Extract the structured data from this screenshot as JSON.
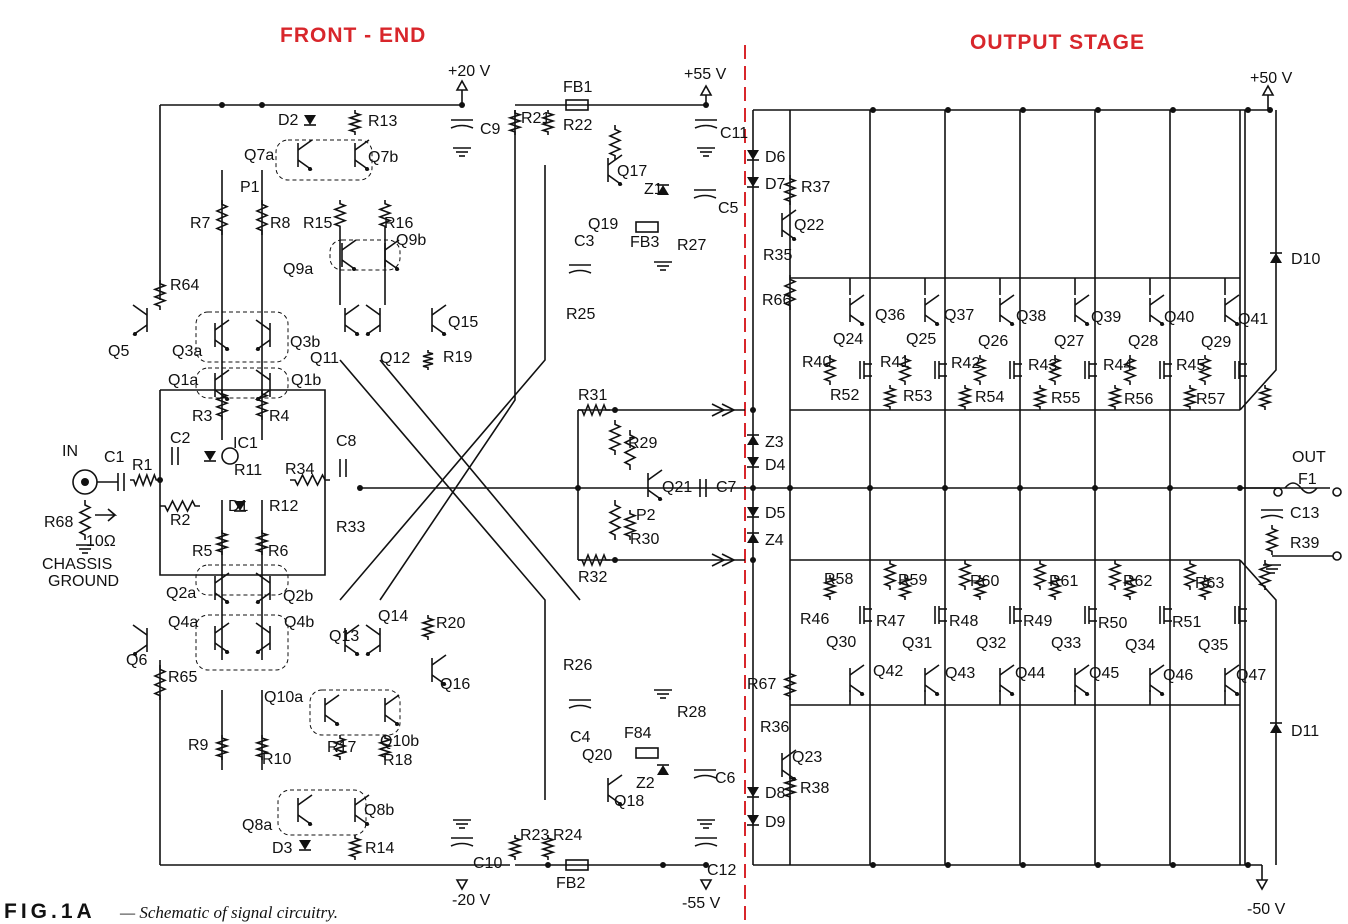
{
  "sections": {
    "front_end": "FRONT - END",
    "output_stage": "OUTPUT STAGE"
  },
  "caption": {
    "fig": "FIG.1A",
    "text": "— Schematic of signal circuitry."
  },
  "rails": {
    "pos20": "+20 V",
    "neg20": "-20 V",
    "pos55": "+55 V",
    "neg55": "-55 V",
    "pos50": "+50 V",
    "neg50": "-50 V"
  },
  "io": {
    "in": "IN",
    "out": "OUT",
    "chassis": "CHASSIS\nGROUND",
    "r68_value": "10Ω"
  },
  "colors": {
    "section_title": "#d8262b",
    "divider": "#d8262b",
    "ink": "#111111"
  },
  "labels": {
    "D2": "D2",
    "R13": "R13",
    "Q7a": "Q7a",
    "Q7b": "Q7b",
    "P1": "P1",
    "R7": "R7",
    "R8": "R8",
    "R15": "R15",
    "R16": "R16",
    "Q9a": "Q9a",
    "Q9b": "Q9b",
    "R64": "R64",
    "Q5": "Q5",
    "Q3a": "Q3a",
    "Q3b": "Q3b",
    "Q11": "Q11",
    "Q12": "Q12",
    "Q15": "Q15",
    "R19": "R19",
    "Q1a": "Q1a",
    "Q1b": "Q1b",
    "R3": "R3",
    "R4": "R4",
    "C1": "C1",
    "R1": "R1",
    "C2": "C2",
    "IC1": "IC1",
    "R11": "R11",
    "C8": "C8",
    "R34": "R34",
    "R2": "R2",
    "D1": "D1",
    "R12": "R12",
    "R33": "R33",
    "R68": "R68",
    "R5": "R5",
    "R6": "R6",
    "Q2a": "Q2a",
    "Q2b": "Q2b",
    "Q4a": "Q4a",
    "Q4b": "Q4b",
    "Q6": "Q6",
    "R65": "R65",
    "Q13": "Q13",
    "Q14": "Q14",
    "R20": "R20",
    "Q16": "Q16",
    "Q10a": "Q10a",
    "Q10b": "Q10b",
    "R9": "R9",
    "R10": "R10",
    "R17": "R17",
    "R18": "R18",
    "Q8a": "Q8a",
    "Q8b": "Q8b",
    "D3": "D3",
    "R14": "R14",
    "C9": "C9",
    "C10": "C10",
    "FB1": "FB1",
    "R21": "R21",
    "R22": "R22",
    "C11": "C11",
    "Q17": "Q17",
    "Z1": "Z1",
    "C5": "C5",
    "Q19": "Q19",
    "FB3": "FB3",
    "R27": "R27",
    "C3": "C3",
    "R25": "R25",
    "R31": "R31",
    "R29": "R29",
    "Q21": "Q21",
    "C7": "C7",
    "P2": "P2",
    "R30": "R30",
    "R32": "R32",
    "R26": "R26",
    "C4": "C4",
    "R28": "R28",
    "Q20": "Q20",
    "FB4": "F84",
    "Z2": "Z2",
    "C6": "C6",
    "Q18": "Q18",
    "R23": "R23",
    "R24": "R24",
    "FB2": "FB2",
    "C12": "C12",
    "D6": "D6",
    "D7": "D7",
    "R37": "R37",
    "Q22": "Q22",
    "R35": "R35",
    "R66": "R66",
    "Z3": "Z3",
    "D4": "D4",
    "D5": "D5",
    "Z4": "Z4",
    "R67": "R67",
    "R36": "R36",
    "Q23": "Q23",
    "R38": "R38",
    "D8": "D8",
    "D9": "D9",
    "D10": "D10",
    "D11": "D11",
    "F1": "F1",
    "C13": "C13",
    "R39": "R39",
    "Q36": "Q36",
    "Q37": "Q37",
    "Q38": "Q38",
    "Q39": "Q39",
    "Q40": "Q40",
    "Q41": "Q41",
    "Q24": "Q24",
    "Q25": "Q25",
    "Q26": "Q26",
    "Q27": "Q27",
    "Q28": "Q28",
    "Q29": "Q29",
    "R40": "R40",
    "R41": "R41",
    "R42": "R42",
    "R43": "R43",
    "R44": "R44",
    "R45": "R45",
    "R52": "R52",
    "R53": "R53",
    "R54": "R54",
    "R55": "R55",
    "R56": "R56",
    "R57": "R57",
    "R58": "R58",
    "R59": "R59",
    "R60": "R60",
    "R61": "R61",
    "R62": "R62",
    "R63": "R63",
    "R46": "R46",
    "R47": "R47",
    "R48": "R48",
    "R49": "R49",
    "R50": "R50",
    "R51": "R51",
    "Q30": "Q30",
    "Q31": "Q31",
    "Q32": "Q32",
    "Q33": "Q33",
    "Q34": "Q34",
    "Q35": "Q35",
    "Q42": "Q42",
    "Q43": "Q43",
    "Q44": "Q44",
    "Q45": "Q45",
    "Q46": "Q46",
    "Q47": "Q47"
  }
}
